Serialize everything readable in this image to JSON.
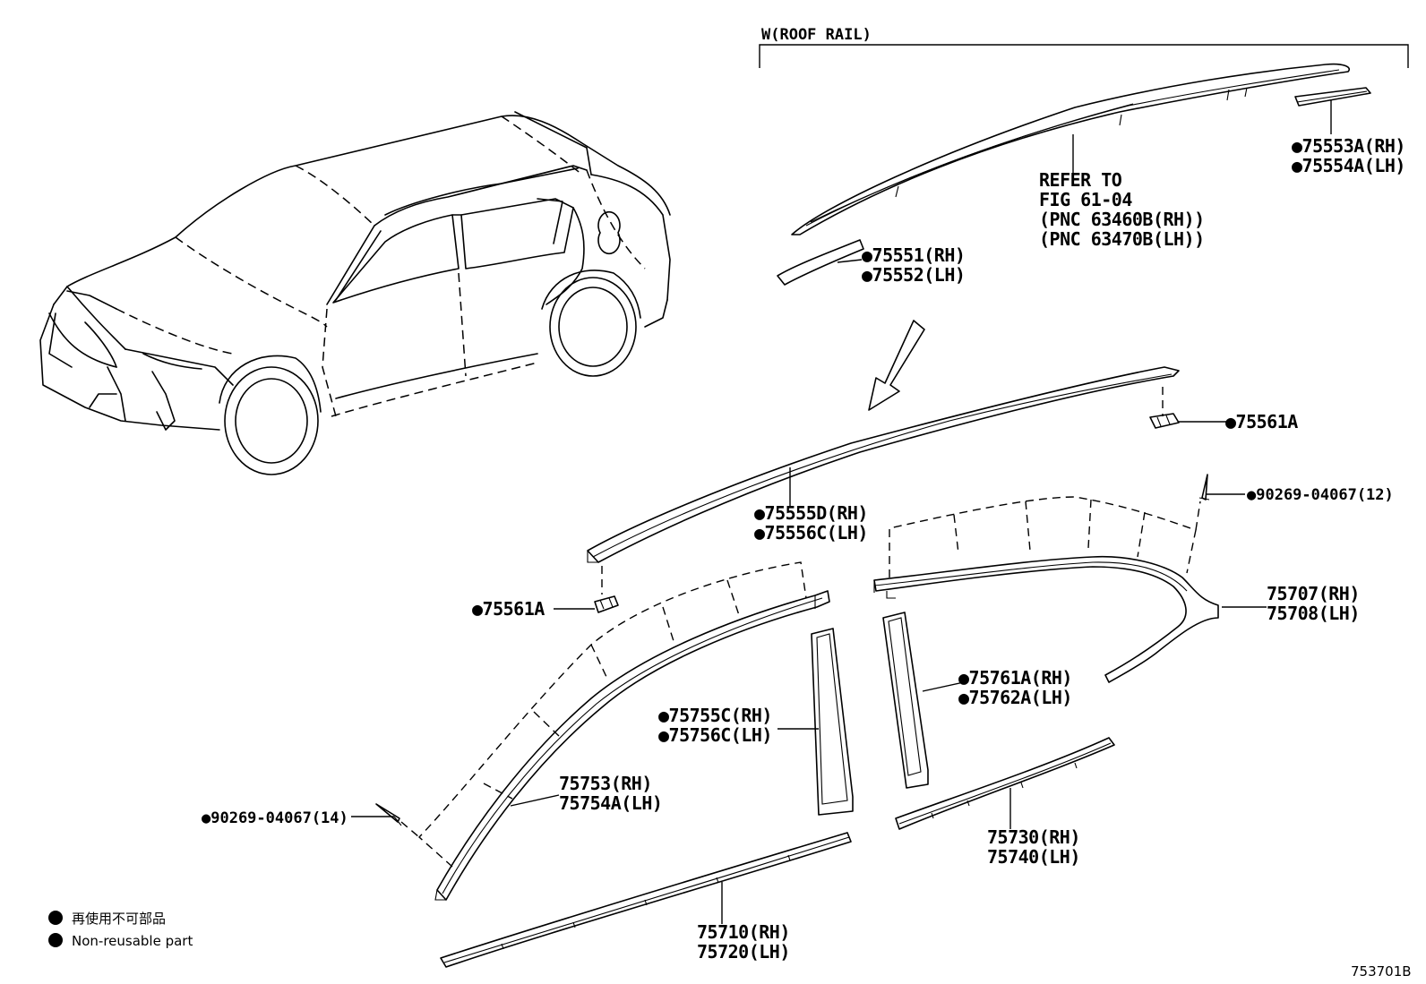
{
  "header": {
    "group_label": "W(ROOF RAIL)"
  },
  "callouts": {
    "roof_rail_ref": {
      "line1": "REFER TO",
      "line2": "FIG 61-04",
      "line3": "(PNC 63460B(RH))",
      "line4": "(PNC 63470B(LH))"
    },
    "p75553": {
      "rh": "●75553A(RH)",
      "lh": "●75554A(LH)"
    },
    "p75551": {
      "rh": "●75551(RH)",
      "lh": "●75552(LH)"
    },
    "p75561_right": {
      "code": "●75561A"
    },
    "p75561_left": {
      "code": "●75561A"
    },
    "p75555": {
      "rh": "●75555D(RH)",
      "lh": "●75556C(LH)"
    },
    "p90269_right": {
      "code": "●90269-04067(12)"
    },
    "p90269_left": {
      "code": "●90269-04067(14)"
    },
    "p75707": {
      "rh": "75707(RH)",
      "lh": "75708(LH)"
    },
    "p75761": {
      "rh": "●75761A(RH)",
      "lh": "●75762A(LH)"
    },
    "p75755": {
      "rh": "●75755C(RH)",
      "lh": "●75756C(LH)"
    },
    "p75753": {
      "rh": "75753(RH)",
      "lh": "75754A(LH)"
    },
    "p75730": {
      "rh": "75730(RH)",
      "lh": "75740(LH)"
    },
    "p75710": {
      "rh": "75710(RH)",
      "lh": "75720(LH)"
    }
  },
  "legend": {
    "line1": "再使用不可部品",
    "line2": "Non-reusable part"
  },
  "figure_code": "753701B"
}
